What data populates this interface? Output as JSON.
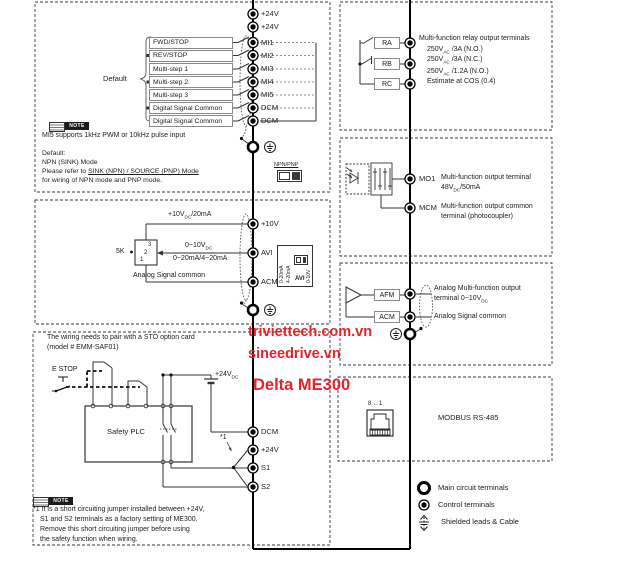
{
  "watermark": {
    "line1": "triviettech.com.vn",
    "line2": "sineedrive.vn",
    "line3": "Delta ME300",
    "color": "#e2242b"
  },
  "terminals": {
    "power": [
      "+24V",
      "+24V"
    ],
    "digital": [
      "MI1",
      "MI2",
      "MI3",
      "MI4",
      "MI5",
      "DCM",
      "DCM"
    ],
    "analog": [
      "+10V",
      "AVI",
      "ACM"
    ],
    "safety": [
      "DCM",
      "+24V",
      "S1",
      "S2"
    ],
    "relay": [
      "RA",
      "RB",
      "RC"
    ],
    "output": [
      "MO1",
      "MCM"
    ],
    "analog_out": [
      "AFM",
      "ACM"
    ]
  },
  "digital_inputs": {
    "default_label": "Default",
    "labels": [
      "FWD/STOP",
      "REV/STOP",
      "Multi-step 1",
      "Multi-step 2",
      "Multi-step 3",
      "Digital Signal Common",
      "Digital Signal Common"
    ],
    "note_tag": "NOTE",
    "note_text": "MI5 supports 1kHz PWM or 10kHz  pulse input",
    "mode_l1": "Default:",
    "mode_l2": "NPN (SINK) Mode",
    "mode_l3a": "Please refer to ",
    "mode_l3b": "SINK (NPN) / SOURCE (PNP) Mode",
    "mode_l4": "for wiring of NPN mode and PNP mode.",
    "npn_pnp": "NPN/PNP"
  },
  "analog_inputs": {
    "supply": {
      "pre": "+10V",
      "sub": "DC",
      "post": "/20mA"
    },
    "pot_value": "5K",
    "pot_pins": [
      "3",
      "2",
      "1"
    ],
    "avi_v": {
      "pre": "0~10V",
      "sub": "DC",
      "post": ""
    },
    "avi_i": "0~20mA/4~20mA",
    "common": "Analog  Signal common",
    "switch": {
      "left1": "0-20mA",
      "left2": "4-20mA",
      "right": "0-10V",
      "label": "AVI"
    }
  },
  "sto": {
    "line1": "The wiring needs to pair with a STO option card",
    "line2": "(model # EMM-SAF01)",
    "estop": "E STOP",
    "plc": "Safety PLC",
    "supply": {
      "pre": "+24V",
      "sub": "DC",
      "post": ""
    },
    "jumper_ref": "*1",
    "note_tag": "NOTE",
    "note_lines": [
      "*1 It is a short circuiting jumper installed between +24V,",
      "S1 and S2 terminals as a factory setting of ME300.",
      "Remove this  short  circuiting  jumper  before  using",
      "the safety function when wiring."
    ]
  },
  "relay_outputs": {
    "title": "Multi-function relay output terminals",
    "spec1": {
      "pre": "250V",
      "sub": "AC",
      "post": " /3A (N.O.)"
    },
    "spec2": {
      "pre": "250V",
      "sub": "AC",
      "post": " /3A (N.C.)"
    },
    "spec3": {
      "pre": "250V",
      "sub": "AC",
      "post": " /1.2A (N.O.)"
    },
    "spec4": {
      "pre": "Estimate at COS (0.4)",
      "sub": "",
      "post": ""
    }
  },
  "mo_outputs": {
    "mo1_desc": "Multi-function output terminal",
    "mo1_spec": {
      "pre": "48V",
      "sub": "DC",
      "post": "/50mA"
    },
    "mcm_desc1": "Multi-function output common",
    "mcm_desc2": "terminal (photocoupler)"
  },
  "analog_output": {
    "afm_desc1": "Analog  Multi-function output",
    "afm_desc2": {
      "pre": "terminal  0~10V",
      "sub": "DC",
      "post": ""
    },
    "acm_desc": "Analog  Signal common"
  },
  "modbus": {
    "pins": "8 ←1",
    "label": "MODBUS  RS-485"
  },
  "legend": {
    "main": "Main circuit terminals",
    "control": "Control terminals",
    "shield": "Shielded leads & Cable"
  }
}
